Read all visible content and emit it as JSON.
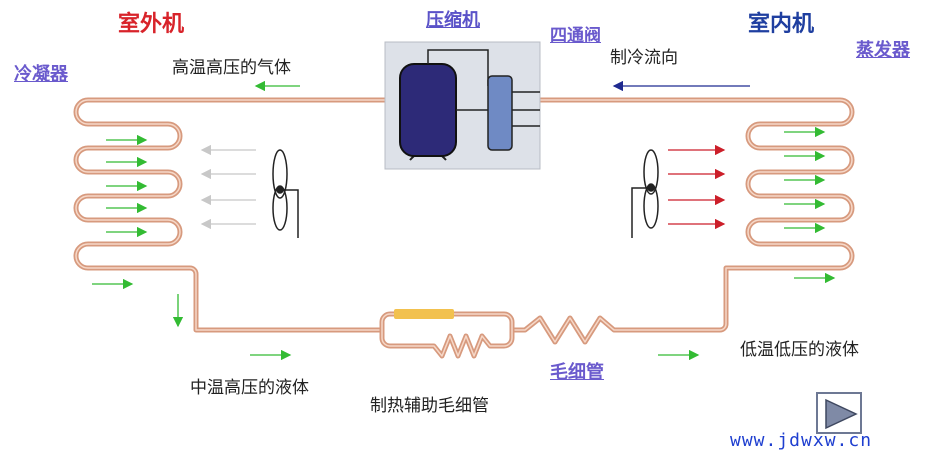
{
  "labels": {
    "outdoor_unit": "室外机",
    "indoor_unit": "室内机",
    "compressor": "压缩机",
    "four_way_valve": "四通阀",
    "condenser": "冷凝器",
    "evaporator": "蒸发器",
    "high_temp_gas": "高温高压的气体",
    "cooling_flow": "制冷流向",
    "mid_temp_liquid": "中温高压的液体",
    "heating_aux_capillary": "制热辅助毛细管",
    "capillary": "毛细管",
    "low_temp_liquid": "低温低压的液体",
    "watermark": "www.jdwxw.cn"
  },
  "colors": {
    "pipe": "#d79a7e",
    "pipe_highlight": "#f6d8c8",
    "outdoor_title": "#d8232a",
    "indoor_title": "#1f3fa0",
    "link_label": "#6a5acd",
    "flow_arrow_green": "#33bb33",
    "hot_air_arrow": "#cc1f2a",
    "exhaust_arrow_gray": "#c8c8c8",
    "flow_arrow_blue": "#1f2a90",
    "compressor_body": "#2d2a78",
    "valve_body": "#6f8ac4",
    "compressor_box": "#dde1e8",
    "yellow_filter": "#f2c14e"
  },
  "icons": [
    "fan-icon-outdoor",
    "fan-icon-indoor",
    "play-button-icon"
  ]
}
